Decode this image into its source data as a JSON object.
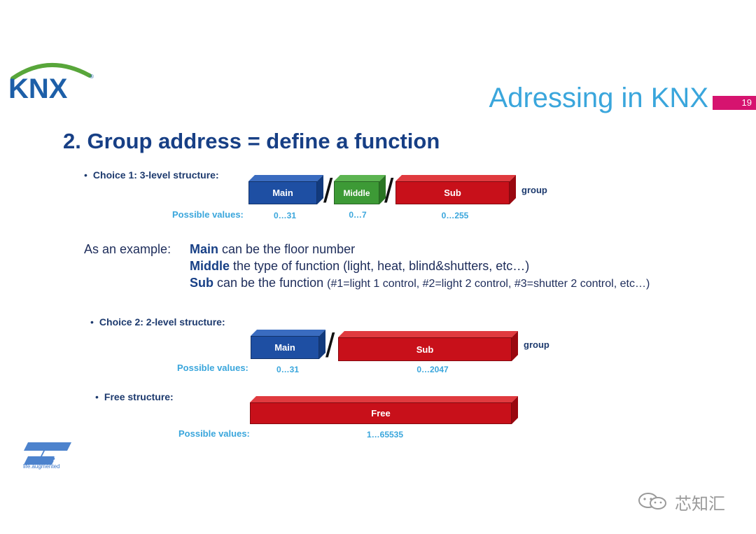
{
  "header": {
    "logo_text": "KNX",
    "title": "Adressing in KNX",
    "page_number": "19"
  },
  "heading": "2. Group address = define a function",
  "choice1": {
    "bullet": "Choice 1: 3-level structure:",
    "possible_values_label": "Possible values:",
    "group_label": "group",
    "slash": "/",
    "main": {
      "label": "Main",
      "range": "0…31"
    },
    "middle": {
      "label": "Middle",
      "range": "0…7"
    },
    "sub": {
      "label": "Sub",
      "range": "0…255"
    }
  },
  "example": {
    "intro": "As an example:",
    "line1_bold": "Main",
    "line1_text": " can be the floor number",
    "line2_bold": "Middle",
    "line2_text": " the type of function (light, heat, blind&shutters, etc…)",
    "line3_bold": "Sub",
    "line3_text": " can be the function ",
    "line3_small": "(#1=light 1 control, #2=light 2 control, #3=shutter 2 control, etc…)"
  },
  "choice2": {
    "bullet": "Choice 2: 2-level structure:",
    "possible_values_label": "Possible values:",
    "group_label": "group",
    "slash": "/",
    "main": {
      "label": "Main",
      "range": "0…31"
    },
    "sub": {
      "label": "Sub",
      "range": "0…2047"
    }
  },
  "free": {
    "bullet": "Free structure:",
    "possible_values_label": "Possible values:",
    "box": {
      "label": "Free",
      "range": "1…65535"
    }
  },
  "footer": {
    "st_logo_text": "ST",
    "st_tagline": "life.augmented",
    "watermark": "芯知汇"
  },
  "colors": {
    "title_blue": "#3aa6dc",
    "heading_navy": "#173f85",
    "badge_magenta": "#d6136f",
    "box_blue": "#1e4fa3",
    "box_green": "#3d9a36",
    "box_red": "#c8101a",
    "knx_green": "#58a63a",
    "knx_blue": "#1d5fa8"
  }
}
